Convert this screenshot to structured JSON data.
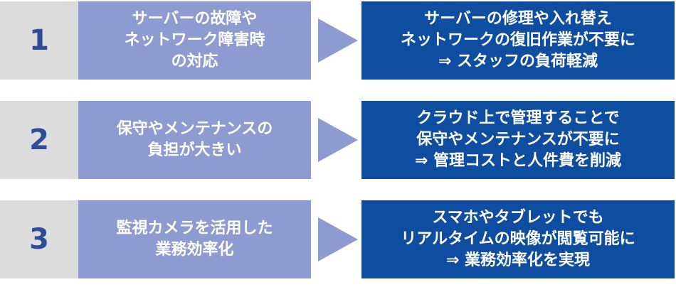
{
  "rows": [
    {
      "number": "1",
      "problem": "サーバーの故障や\nネットワーク障害時\nの対応",
      "solution": "サーバーの修理や入れ替え\nネットワークの復旧作業が不要に\n⇒ スタッフの負荷軽減"
    },
    {
      "number": "2",
      "problem": "保守やメンテナンスの\n負担が大きい",
      "solution": "クラウド上で管理することで\n保守やメンテナンスが不要に\n⇒ 管理コストと人件費を削減"
    },
    {
      "number": "3",
      "problem": "監視カメラを活用した\n業務効率化",
      "solution": "スマホやタブレットでも\nリアルタイムの映像が閲覧可能に\n⇒ 業務効率化を実現"
    }
  ],
  "colors": {
    "number_bg": "#dcdcdc",
    "number_text": "#2f4c96",
    "problem_bg": "#8d9bd0",
    "solution_bg": "#0e4da0",
    "arrow": "#8d9bd0"
  },
  "icons": {
    "arrow": "arrow-right-icon"
  }
}
